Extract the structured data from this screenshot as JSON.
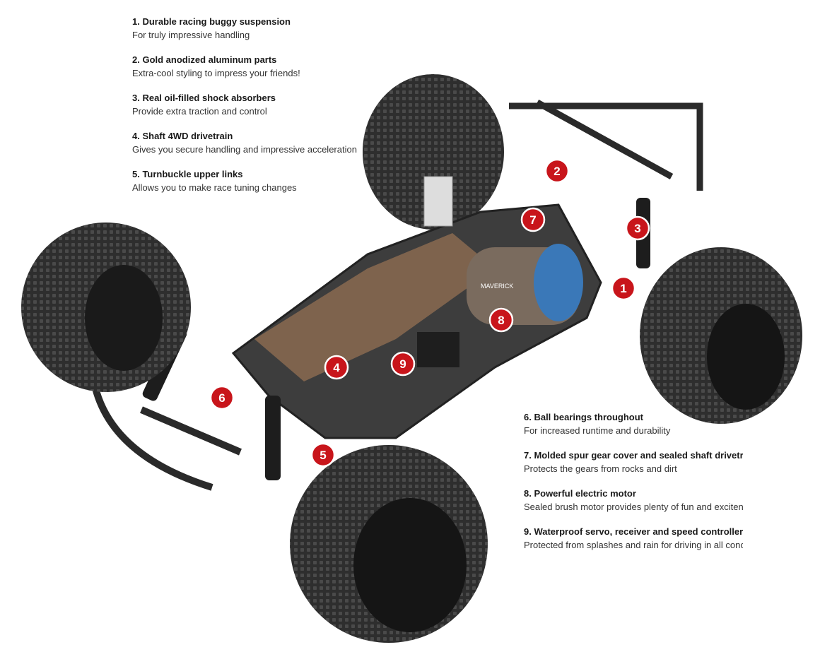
{
  "features_left": [
    {
      "title": "1. Durable racing buggy suspension",
      "desc": "For truly impressive handling"
    },
    {
      "title": "2. Gold anodized aluminum parts",
      "desc": "Extra-cool styling to impress your friends!"
    },
    {
      "title": "3. Real oil-filled shock absorbers",
      "desc": "Provide extra traction and control"
    },
    {
      "title": "4. Shaft 4WD drivetrain",
      "desc": "Gives you secure handling and impressive acceleration"
    },
    {
      "title": "5. Turnbuckle upper links",
      "desc": "Allows you to make race tuning changes"
    }
  ],
  "features_right": [
    {
      "title": "6. Ball bearings throughout",
      "desc": "For increased runtime and durability"
    },
    {
      "title": "7. Molded spur gear cover and sealed shaft drivetr",
      "desc": "Protects the gears from rocks and dirt"
    },
    {
      "title": "8. Powerful electric motor",
      "desc": "Sealed brush motor provides plenty of fun and exciten"
    },
    {
      "title": "9. Waterproof servo, receiver and speed controller",
      "desc": "Protected from splashes and rain for driving in all conc"
    }
  ],
  "markers": [
    "1",
    "2",
    "3",
    "4",
    "5",
    "6",
    "7",
    "8",
    "9"
  ],
  "motor_label": "MAVERICK",
  "colors": {
    "marker": "#c8151b",
    "tire": "#2b2b2b",
    "chassis": "#3a3a3a",
    "gold": "#8a6a50",
    "motor": "#3a78b8"
  }
}
